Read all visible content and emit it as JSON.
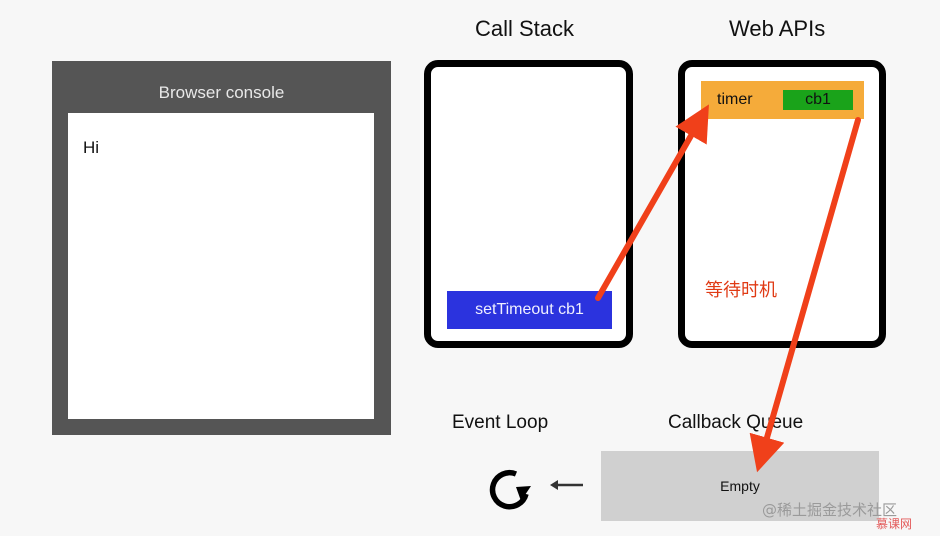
{
  "console": {
    "title": "Browser console",
    "lines": [
      "Hi"
    ]
  },
  "call_stack": {
    "heading": "Call Stack",
    "frame": "setTimeout cb1"
  },
  "web_apis": {
    "heading": "Web APIs",
    "timer_label": "timer",
    "callback": "cb1",
    "waiting_note": "等待时机"
  },
  "event_loop": {
    "heading": "Event Loop"
  },
  "callback_queue": {
    "heading": "Callback Queue",
    "content": "Empty"
  },
  "watermarks": {
    "juejin": "@稀土掘金技术社区",
    "imooc": "慕课网"
  },
  "colors": {
    "console_frame": "#555555",
    "stack_frame": "#2b33de",
    "timer_box": "#f5ab3a",
    "cb_chip": "#1aa31a",
    "arrow": "#f0401a",
    "queue_box": "#d0d0d0"
  }
}
